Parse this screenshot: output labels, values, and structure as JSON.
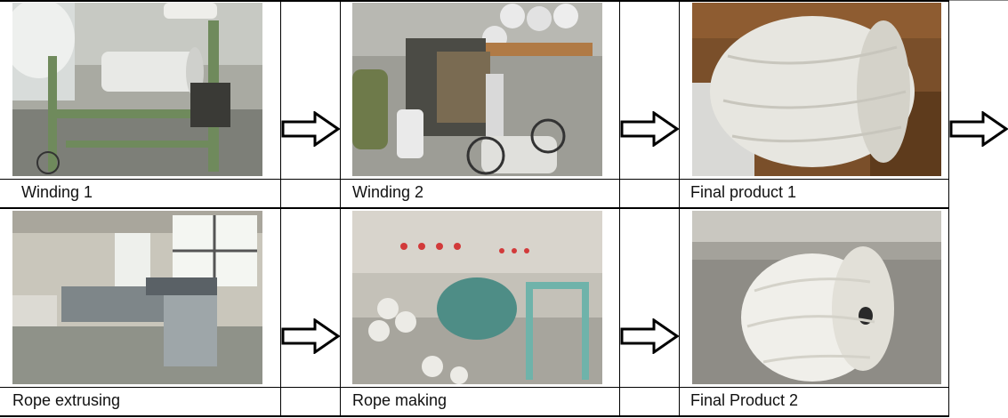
{
  "rows": [
    {
      "captions": [
        "Winding 1",
        "Winding 2",
        "Final product 1"
      ]
    },
    {
      "captions": [
        "Rope extrusing",
        "Rope making",
        "Final Product 2"
      ]
    }
  ],
  "photos": [
    {
      "subject": "winding machine with spools",
      "row": 1,
      "col": 1
    },
    {
      "subject": "winding machine in warehouse",
      "row": 1,
      "col": 2
    },
    {
      "subject": "large white rope spool",
      "row": 1,
      "col": 3
    },
    {
      "subject": "rope extrusion line in factory hall",
      "row": 2,
      "col": 1
    },
    {
      "subject": "rope making machines",
      "row": 2,
      "col": 2
    },
    {
      "subject": "finished rope spool on floor",
      "row": 2,
      "col": 3
    }
  ],
  "arrow_icon": "right-arrow-icon"
}
